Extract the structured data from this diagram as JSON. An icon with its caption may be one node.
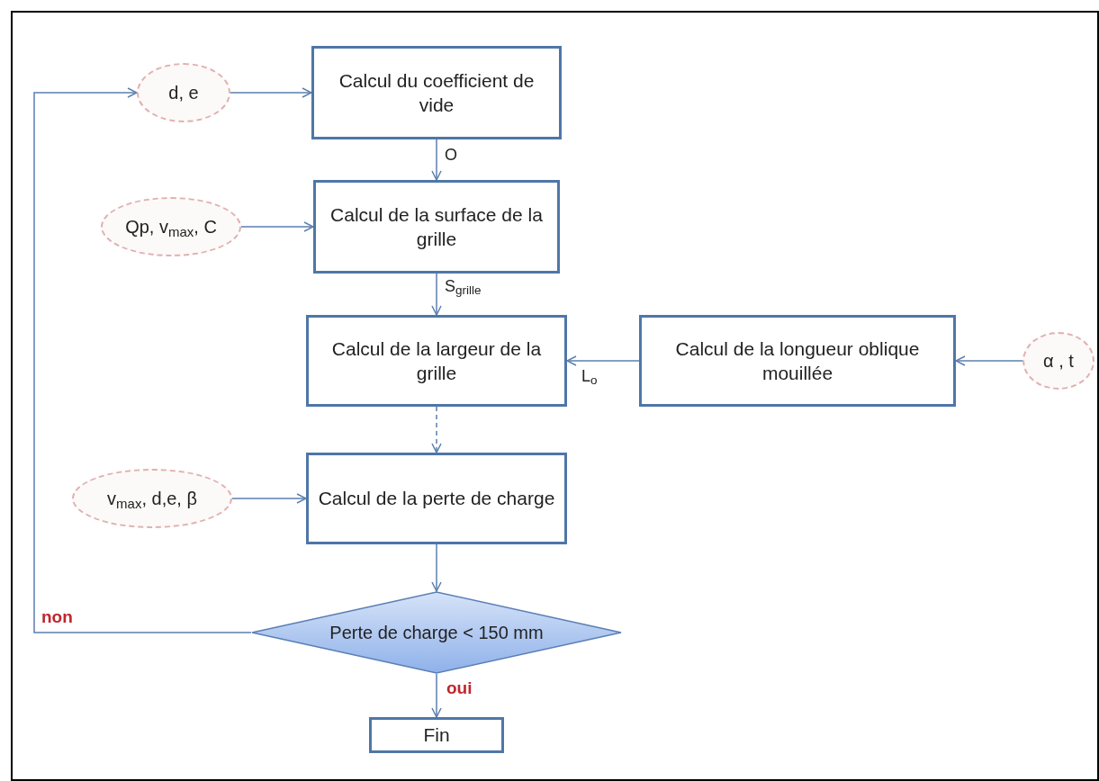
{
  "diagram": {
    "nodes": [
      {
        "text": [
          "d, e"
        ]
      },
      {
        "text": [
          "Calcul du coefficient de vide"
        ]
      },
      {
        "text": [
          "Qp, v$_{max}$, C"
        ]
      },
      {
        "text": [
          "Calcul de la surface de la grille"
        ]
      },
      {
        "text": [
          "Calcul de la largeur de la grille"
        ]
      },
      {
        "text": [
          "Calcul de la longueur oblique mouillée"
        ]
      },
      {
        "text": [
          "α , t"
        ]
      },
      {
        "text": [
          "v$_{max}$, d,e, β"
        ]
      },
      {
        "text": [
          "Calcul de la perte de charge"
        ]
      },
      {
        "text": [
          "Perte de charge < 150  mm"
        ]
      },
      {
        "text": [
          "Fin"
        ]
      }
    ],
    "edges": [
      {
        "from": 0,
        "to": 1,
        "arrow": "to"
      },
      {
        "from": 1,
        "to": 3,
        "arrow": "to",
        "label": "O"
      },
      {
        "from": 2,
        "to": 3,
        "arrow": "to"
      },
      {
        "from": 3,
        "to": 4,
        "arrow": "to",
        "label": "S$_{grille}$"
      },
      {
        "from": 5,
        "to": 4,
        "arrow": "to",
        "label": "L$_{o}$"
      },
      {
        "from": 6,
        "to": 5,
        "arrow": "to"
      },
      {
        "from": 4,
        "to": 8,
        "arrow": "to",
        "style": "dashed"
      },
      {
        "from": 7,
        "to": 8,
        "arrow": "to"
      },
      {
        "from": 8,
        "to": 9,
        "arrow": "to"
      },
      {
        "from": 9,
        "to": 10,
        "arrow": "to",
        "label": "oui"
      },
      {
        "from": 9,
        "to": 0,
        "arrow": "to",
        "label": "non"
      }
    ]
  }
}
